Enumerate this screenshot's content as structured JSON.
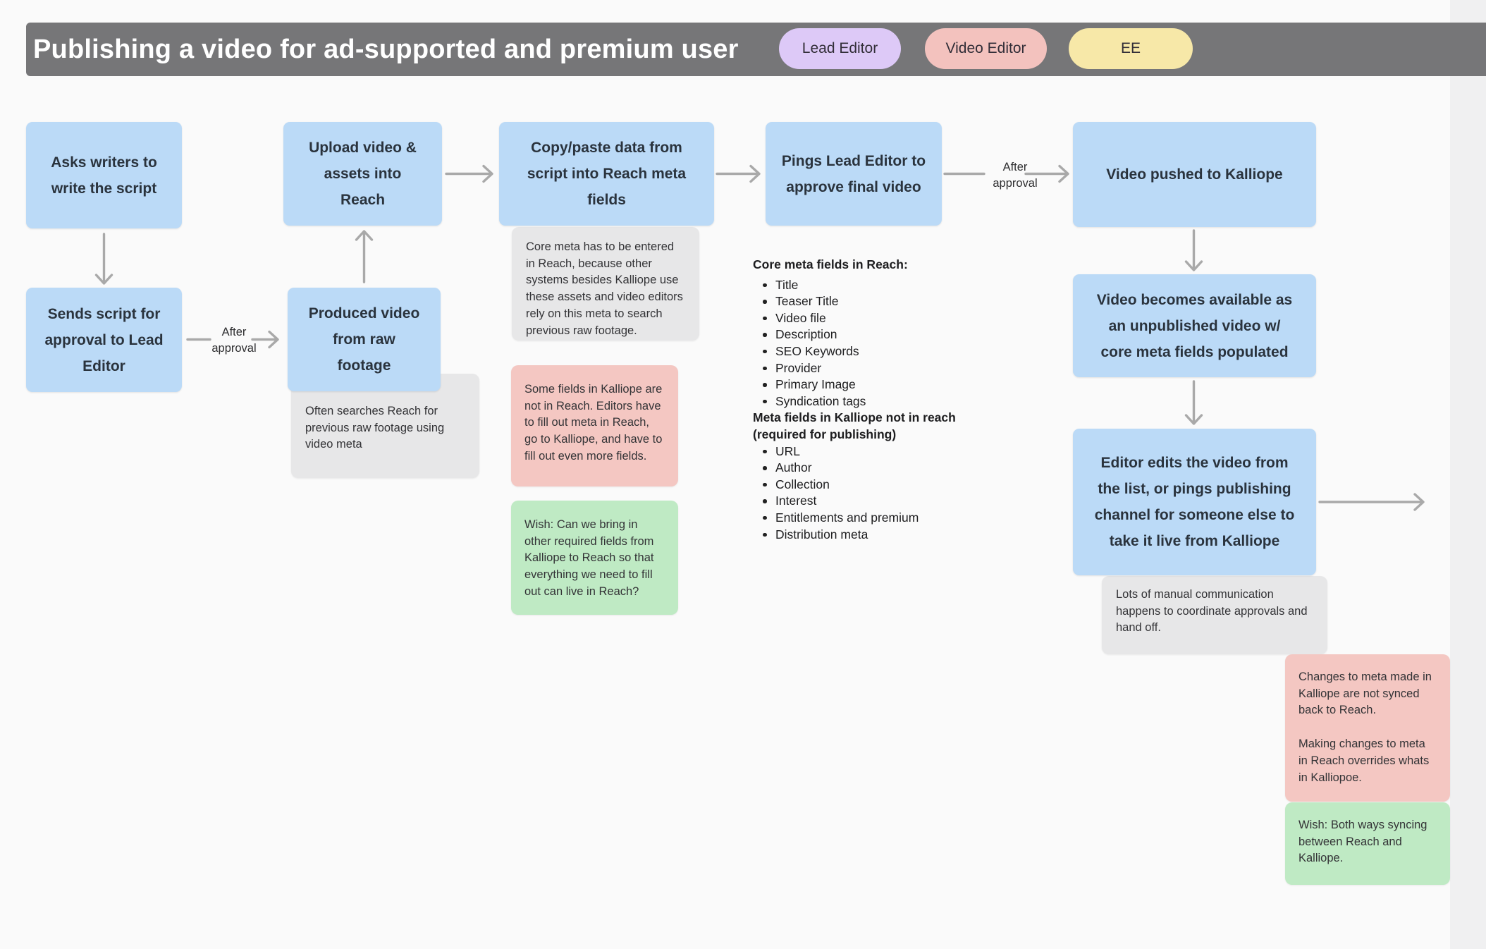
{
  "header": {
    "title": "Publishing a video for ad-supported and premium user",
    "legend": [
      {
        "label": "Lead Editor",
        "color": "#ddc9f7"
      },
      {
        "label": "Video Editor",
        "color": "#f3c2be"
      },
      {
        "label": "EE",
        "color": "#f7e8a8"
      }
    ]
  },
  "nodes": [
    {
      "id": "asks-writers",
      "lines": [
        "Asks writers to",
        "write the script"
      ]
    },
    {
      "id": "upload-video",
      "lines": [
        "Upload video &",
        "assets into",
        "Reach"
      ]
    },
    {
      "id": "copy-paste",
      "lines": [
        "Copy/paste data from",
        "script into Reach meta",
        "fields"
      ]
    },
    {
      "id": "pings-lead-editor",
      "lines": [
        "Pings Lead Editor to",
        "approve final video"
      ]
    },
    {
      "id": "video-pushed",
      "lines": [
        "Video pushed to Kalliope"
      ]
    },
    {
      "id": "sends-script",
      "lines": [
        "Sends script for",
        "approval to Lead",
        "Editor"
      ]
    },
    {
      "id": "produced-video",
      "lines": [
        "Produced video",
        "from raw",
        "footage"
      ]
    },
    {
      "id": "video-available",
      "lines": [
        "Video becomes available as",
        "an unpublished video w/",
        "core meta fields populated"
      ]
    },
    {
      "id": "editor-edits",
      "lines": [
        "Editor edits the video from",
        "the list, or pings publishing",
        "channel for someone else to",
        "take it live from Kalliope"
      ]
    }
  ],
  "connector_labels": [
    {
      "lines": [
        "After",
        "approval"
      ]
    },
    {
      "lines": [
        "After",
        "approval"
      ]
    }
  ],
  "notes": {
    "core_meta": {
      "type": "gray",
      "text": "Core meta has to be entered in Reach, because other systems besides Kalliope use these assets and video editors rely on this meta to search previous raw footage."
    },
    "often_searches": {
      "type": "gray",
      "text": "Often searches Reach for previous raw footage using video meta"
    },
    "some_fields": {
      "type": "pink",
      "text": "Some fields in Kalliope are not in Reach. Editors have to fill out meta in Reach, go to Kalliope, and have to fill out even more fields."
    },
    "wish_fields": {
      "type": "green",
      "text": "Wish: Can we bring in other required fields from Kalliope to Reach so that everything we need to fill out can live in Reach?"
    },
    "manual_communication": {
      "type": "gray",
      "text": "Lots of manual communication happens to coordinate approvals and hand off."
    },
    "meta_not_synced": {
      "type": "pink",
      "paragraphs": [
        "Changes to meta made in Kalliope are not synced back to Reach.",
        "Making changes to meta in Reach overrides whats in Kalliopoe."
      ]
    },
    "wish_sync": {
      "type": "green",
      "text": "Wish: Both ways syncing between Reach and Kalliope."
    }
  },
  "meta_lists": [
    {
      "heading_lines": [
        "Core meta fields in Reach:"
      ],
      "items": [
        "Title",
        "Teaser Title",
        "Video file",
        "Description",
        "SEO Keywords",
        "Provider",
        "Primary Image",
        "Syndication tags"
      ]
    },
    {
      "heading_lines": [
        "Meta fields in Kalliope not in reach",
        "(required for publishing)"
      ],
      "items": [
        "URL",
        "Author",
        "Collection",
        "Interest",
        "Entitlements and premium",
        "Distribution meta"
      ]
    }
  ],
  "colors": {
    "canvas_bg": "#fafafa",
    "outer_bg": "#f0f0f1",
    "header_bar": "#767678",
    "node_blue": "#bbdaf7",
    "note_gray": "#e7e7e8",
    "note_pink": "#f4c7c2",
    "note_green": "#bfeac4",
    "arrow": "#a9a9a9"
  }
}
